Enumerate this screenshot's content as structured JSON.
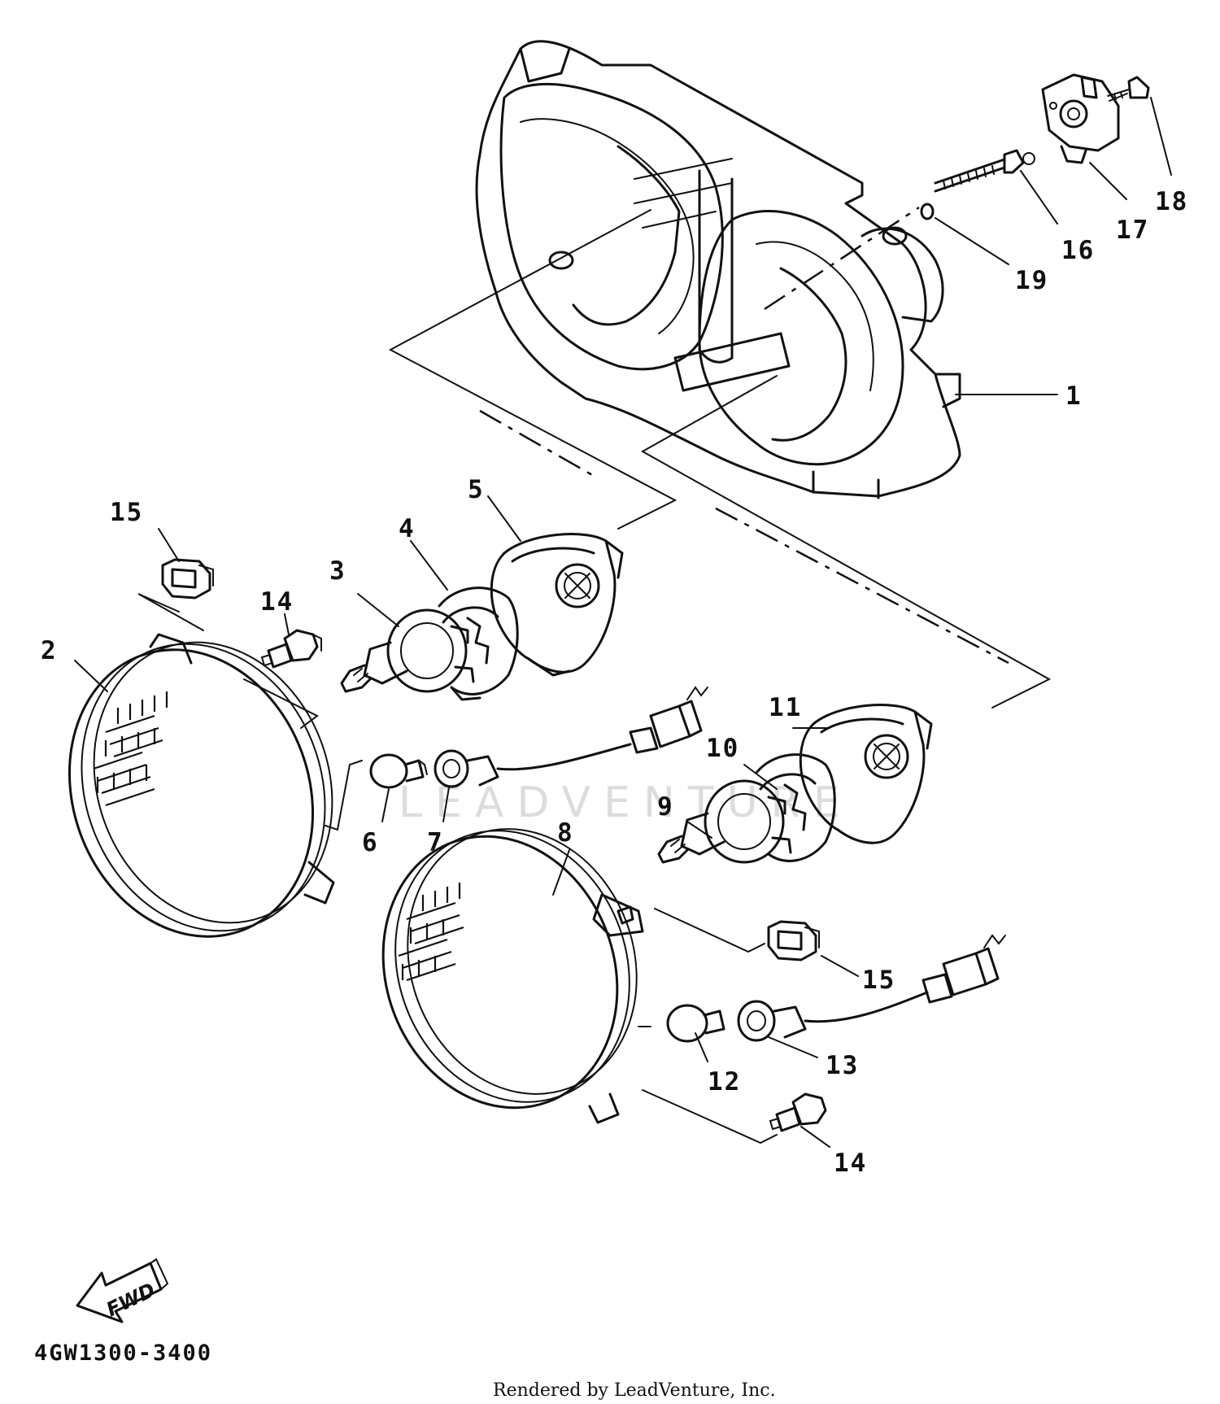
{
  "diagram": {
    "code": "4GW1300-3400",
    "credit": "Rendered by LeadVenture, Inc.",
    "watermark": "LEADVENTURE",
    "direction_label": "FWD"
  },
  "callouts": [
    {
      "id": "1",
      "label": "1"
    },
    {
      "id": "2",
      "label": "2"
    },
    {
      "id": "3",
      "label": "3"
    },
    {
      "id": "4",
      "label": "4"
    },
    {
      "id": "5",
      "label": "5"
    },
    {
      "id": "6",
      "label": "6"
    },
    {
      "id": "7",
      "label": "7"
    },
    {
      "id": "8",
      "label": "8"
    },
    {
      "id": "9",
      "label": "9"
    },
    {
      "id": "10",
      "label": "10"
    },
    {
      "id": "11",
      "label": "11"
    },
    {
      "id": "12",
      "label": "12"
    },
    {
      "id": "13",
      "label": "13"
    },
    {
      "id": "14a",
      "label": "14"
    },
    {
      "id": "14b",
      "label": "14"
    },
    {
      "id": "15a",
      "label": "15"
    },
    {
      "id": "15b",
      "label": "15"
    },
    {
      "id": "16",
      "label": "16"
    },
    {
      "id": "17",
      "label": "17"
    },
    {
      "id": "18",
      "label": "18"
    },
    {
      "id": "19",
      "label": "19"
    }
  ]
}
